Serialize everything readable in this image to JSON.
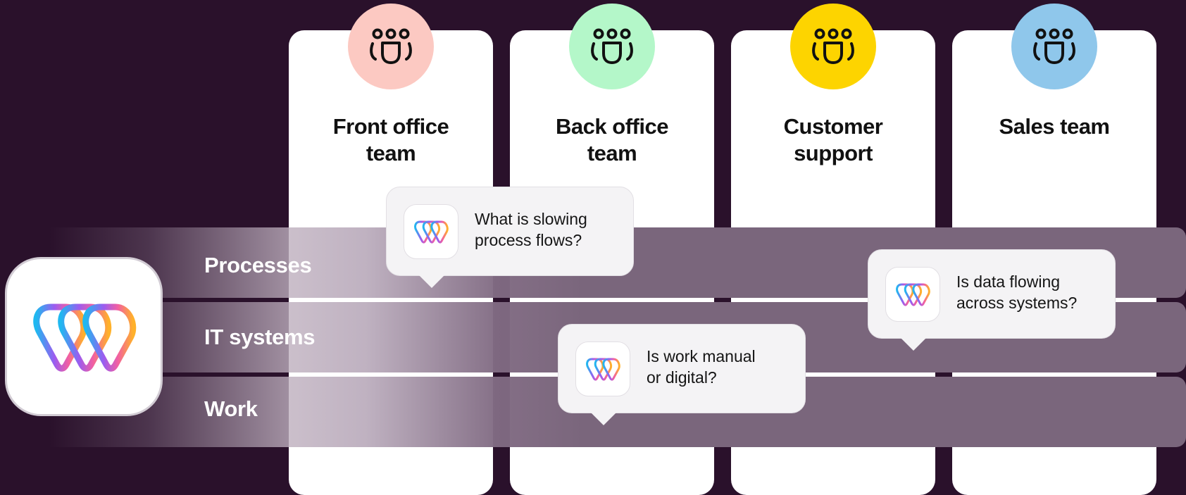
{
  "teams": [
    {
      "line1": "Front office",
      "line2": "team",
      "icon": "team-icon",
      "color": "#fcc9c2"
    },
    {
      "line1": "Back office",
      "line2": "team",
      "icon": "team-icon",
      "color": "#b4f7c9"
    },
    {
      "line1": "Customer",
      "line2": "support",
      "icon": "team-icon",
      "color": "#fdd400"
    },
    {
      "line1": "Sales team",
      "line2": "",
      "icon": "team-icon",
      "color": "#8fc7eb"
    }
  ],
  "layers": [
    {
      "label": "Processes"
    },
    {
      "label": "IT systems"
    },
    {
      "label": "Work"
    }
  ],
  "callouts": [
    {
      "line1": "What is slowing",
      "line2": "process flows?",
      "icon": "app-logo-icon"
    },
    {
      "line1": "Is data flowing",
      "line2": "across systems?",
      "icon": "app-logo-icon"
    },
    {
      "line1": "Is work manual",
      "line2": "or digital?",
      "icon": "app-logo-icon"
    }
  ],
  "logo": {
    "icon": "app-logo-icon"
  },
  "colors": {
    "background": "#2a112b",
    "band": "#7a667c",
    "logo_gradient": [
      "#1fb8f0",
      "#9b5cf0",
      "#f25fa2",
      "#ffb12a"
    ]
  }
}
